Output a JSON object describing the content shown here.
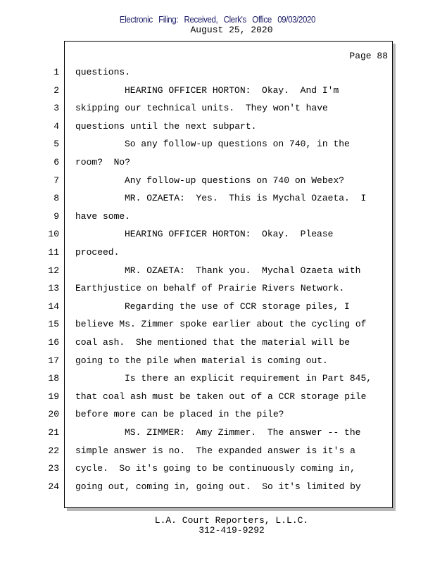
{
  "header": {
    "filing_stamp": "Electronic  Filing:  Received,  Clerk's  Office  09/03/2020",
    "date": "August 25, 2020"
  },
  "page_label": "Page 88",
  "lines": [
    {
      "n": "1",
      "text": "questions.",
      "indent": false
    },
    {
      "n": "2",
      "text": "HEARING OFFICER HORTON:  Okay.  And I'm",
      "indent": true
    },
    {
      "n": "3",
      "text": "skipping our technical units.  They won't have",
      "indent": false
    },
    {
      "n": "4",
      "text": "questions until the next subpart.",
      "indent": false
    },
    {
      "n": "5",
      "text": "So any follow-up questions on 740, in the",
      "indent": true
    },
    {
      "n": "6",
      "text": "room?  No?",
      "indent": false
    },
    {
      "n": "7",
      "text": "Any follow-up questions on 740 on Webex?",
      "indent": true
    },
    {
      "n": "8",
      "text": "MR. OZAETA:  Yes.  This is Mychal Ozaeta.  I",
      "indent": true
    },
    {
      "n": "9",
      "text": "have some.",
      "indent": false
    },
    {
      "n": "10",
      "text": "HEARING OFFICER HORTON:  Okay.  Please",
      "indent": true
    },
    {
      "n": "11",
      "text": "proceed.",
      "indent": false
    },
    {
      "n": "12",
      "text": "MR. OZAETA:  Thank you.  Mychal Ozaeta with",
      "indent": true
    },
    {
      "n": "13",
      "text": "Earthjustice on behalf of Prairie Rivers Network.",
      "indent": false
    },
    {
      "n": "14",
      "text": "Regarding the use of CCR storage piles, I",
      "indent": true
    },
    {
      "n": "15",
      "text": "believe Ms. Zimmer spoke earlier about the cycling of",
      "indent": false
    },
    {
      "n": "16",
      "text": "coal ash.  She mentioned that the material will be",
      "indent": false
    },
    {
      "n": "17",
      "text": "going to the pile when material is coming out.",
      "indent": false
    },
    {
      "n": "18",
      "text": "Is there an explicit requirement in Part 845,",
      "indent": true
    },
    {
      "n": "19",
      "text": "that coal ash must be taken out of a CCR storage pile",
      "indent": false
    },
    {
      "n": "20",
      "text": "before more can be placed in the pile?",
      "indent": false
    },
    {
      "n": "21",
      "text": "MS. ZIMMER:  Amy Zimmer.  The answer -- the",
      "indent": true
    },
    {
      "n": "22",
      "text": "simple answer is no.  The expanded answer is it's a",
      "indent": false
    },
    {
      "n": "23",
      "text": "cycle.  So it's going to be continuously coming in,",
      "indent": false
    },
    {
      "n": "24",
      "text": "going out, coming in, going out.  So it's limited by",
      "indent": false
    }
  ],
  "footer": {
    "company": "L.A. Court Reporters, L.L.C.",
    "phone": "312-419-9292"
  }
}
